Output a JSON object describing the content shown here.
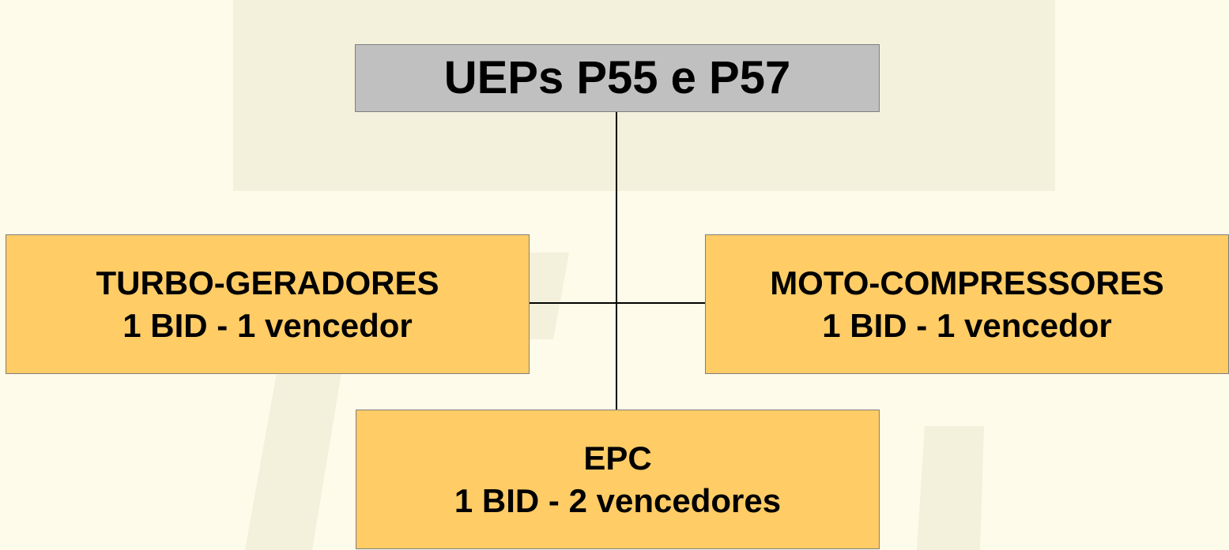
{
  "diagram": {
    "root": {
      "label": "UEPs P55 e P57"
    },
    "children": [
      {
        "title": "TURBO-GERADORES",
        "detail": "1 BID - 1 vencedor"
      },
      {
        "title": "MOTO-COMPRESSORES",
        "detail": "1 BID - 1 vencedor"
      },
      {
        "title": "EPC",
        "detail": "1 BID - 2 vencedores"
      }
    ]
  },
  "colors": {
    "background": "#FFFBEA",
    "watermark": "#F3F0DC",
    "root_fill": "#C0C0C0",
    "child_fill": "#FFCC66",
    "border": "#7F7F7F",
    "connector": "#000000",
    "text": "#000000"
  }
}
